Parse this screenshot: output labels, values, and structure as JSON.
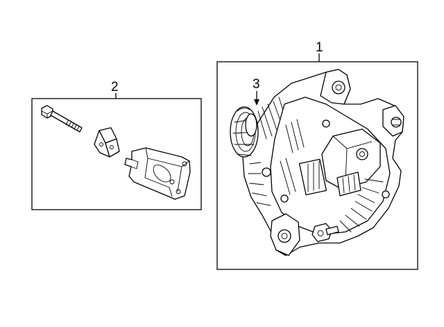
{
  "callouts": [
    {
      "id": "1",
      "label": "1"
    },
    {
      "id": "2",
      "label": "2"
    },
    {
      "id": "3",
      "label": "3"
    }
  ],
  "parts": [
    {
      "callout": "1",
      "name": "alternator-assembly"
    },
    {
      "callout": "2",
      "name": "bolt-nut-bracket-kit"
    },
    {
      "callout": "3",
      "name": "pulley"
    }
  ]
}
